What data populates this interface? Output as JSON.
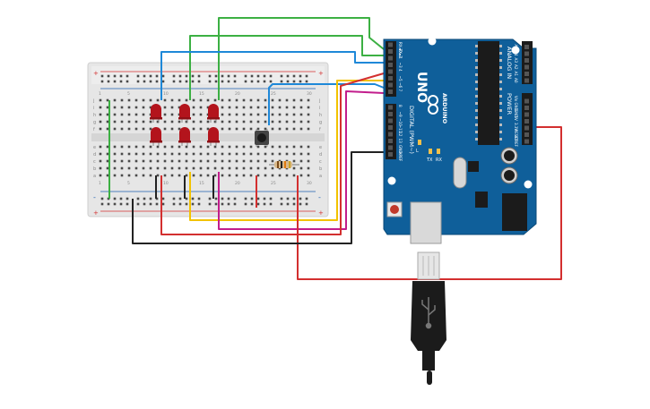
{
  "breadboard": {
    "row_labels_top": [
      "j",
      "i",
      "h",
      "g",
      "f"
    ],
    "row_labels_bottom": [
      "e",
      "d",
      "c",
      "b",
      "a"
    ],
    "column_numbers": [
      "1",
      "5",
      "10",
      "15",
      "20",
      "25",
      "30"
    ],
    "rail_plus": "+",
    "rail_minus": "-"
  },
  "arduino": {
    "logo": "UNO",
    "brand": "ARDUINO",
    "digital_label": "DIGITAL (PWM~)",
    "analog_label": "ANALOG IN",
    "power_label": "POWER",
    "digital_pins": [
      "RX◄0",
      "TX►1",
      "2",
      "~3",
      "4",
      "~5",
      "~6",
      "7",
      "8",
      "~9",
      "~10",
      "~11",
      "12",
      "13",
      "GND",
      "AREF"
    ],
    "analog_pins": [
      "A0",
      "A1",
      "A2",
      "A3",
      "A4",
      "A5"
    ],
    "power_pins": [
      "IOREF",
      "RESET",
      "3.3V",
      "5V",
      "GND",
      "GND",
      "Vin"
    ],
    "led_labels": [
      "L",
      "TX",
      "RX"
    ]
  },
  "colors": {
    "wire_green": "#3cb043",
    "wire_blue": "#1e88d8",
    "wire_red": "#d32f2f",
    "wire_yellow": "#f2c200",
    "wire_magenta": "#c21d8c",
    "wire_black": "#222222",
    "led_red": "#b3141c",
    "board_blue": "#0f5f9a"
  },
  "components": {
    "leds": 6,
    "pushbutton": "pushbutton",
    "resistor": "resistor",
    "usb_cable": "usb-cable"
  }
}
